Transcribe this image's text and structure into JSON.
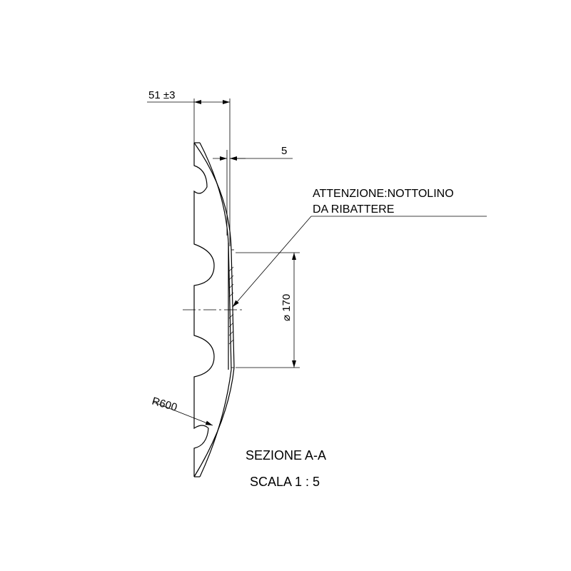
{
  "section": {
    "title": "SEZIONE A-A",
    "scale": "SCALA  1 : 5"
  },
  "dimensions": {
    "overall_depth": "51 ±3",
    "thickness": "5",
    "diameter": "170",
    "diameter_symbol": "⌀",
    "radius": "R600"
  },
  "note": {
    "line1": "ATTENZIONE:NOTTOLINO",
    "line2": "DA RIBATTERE"
  }
}
